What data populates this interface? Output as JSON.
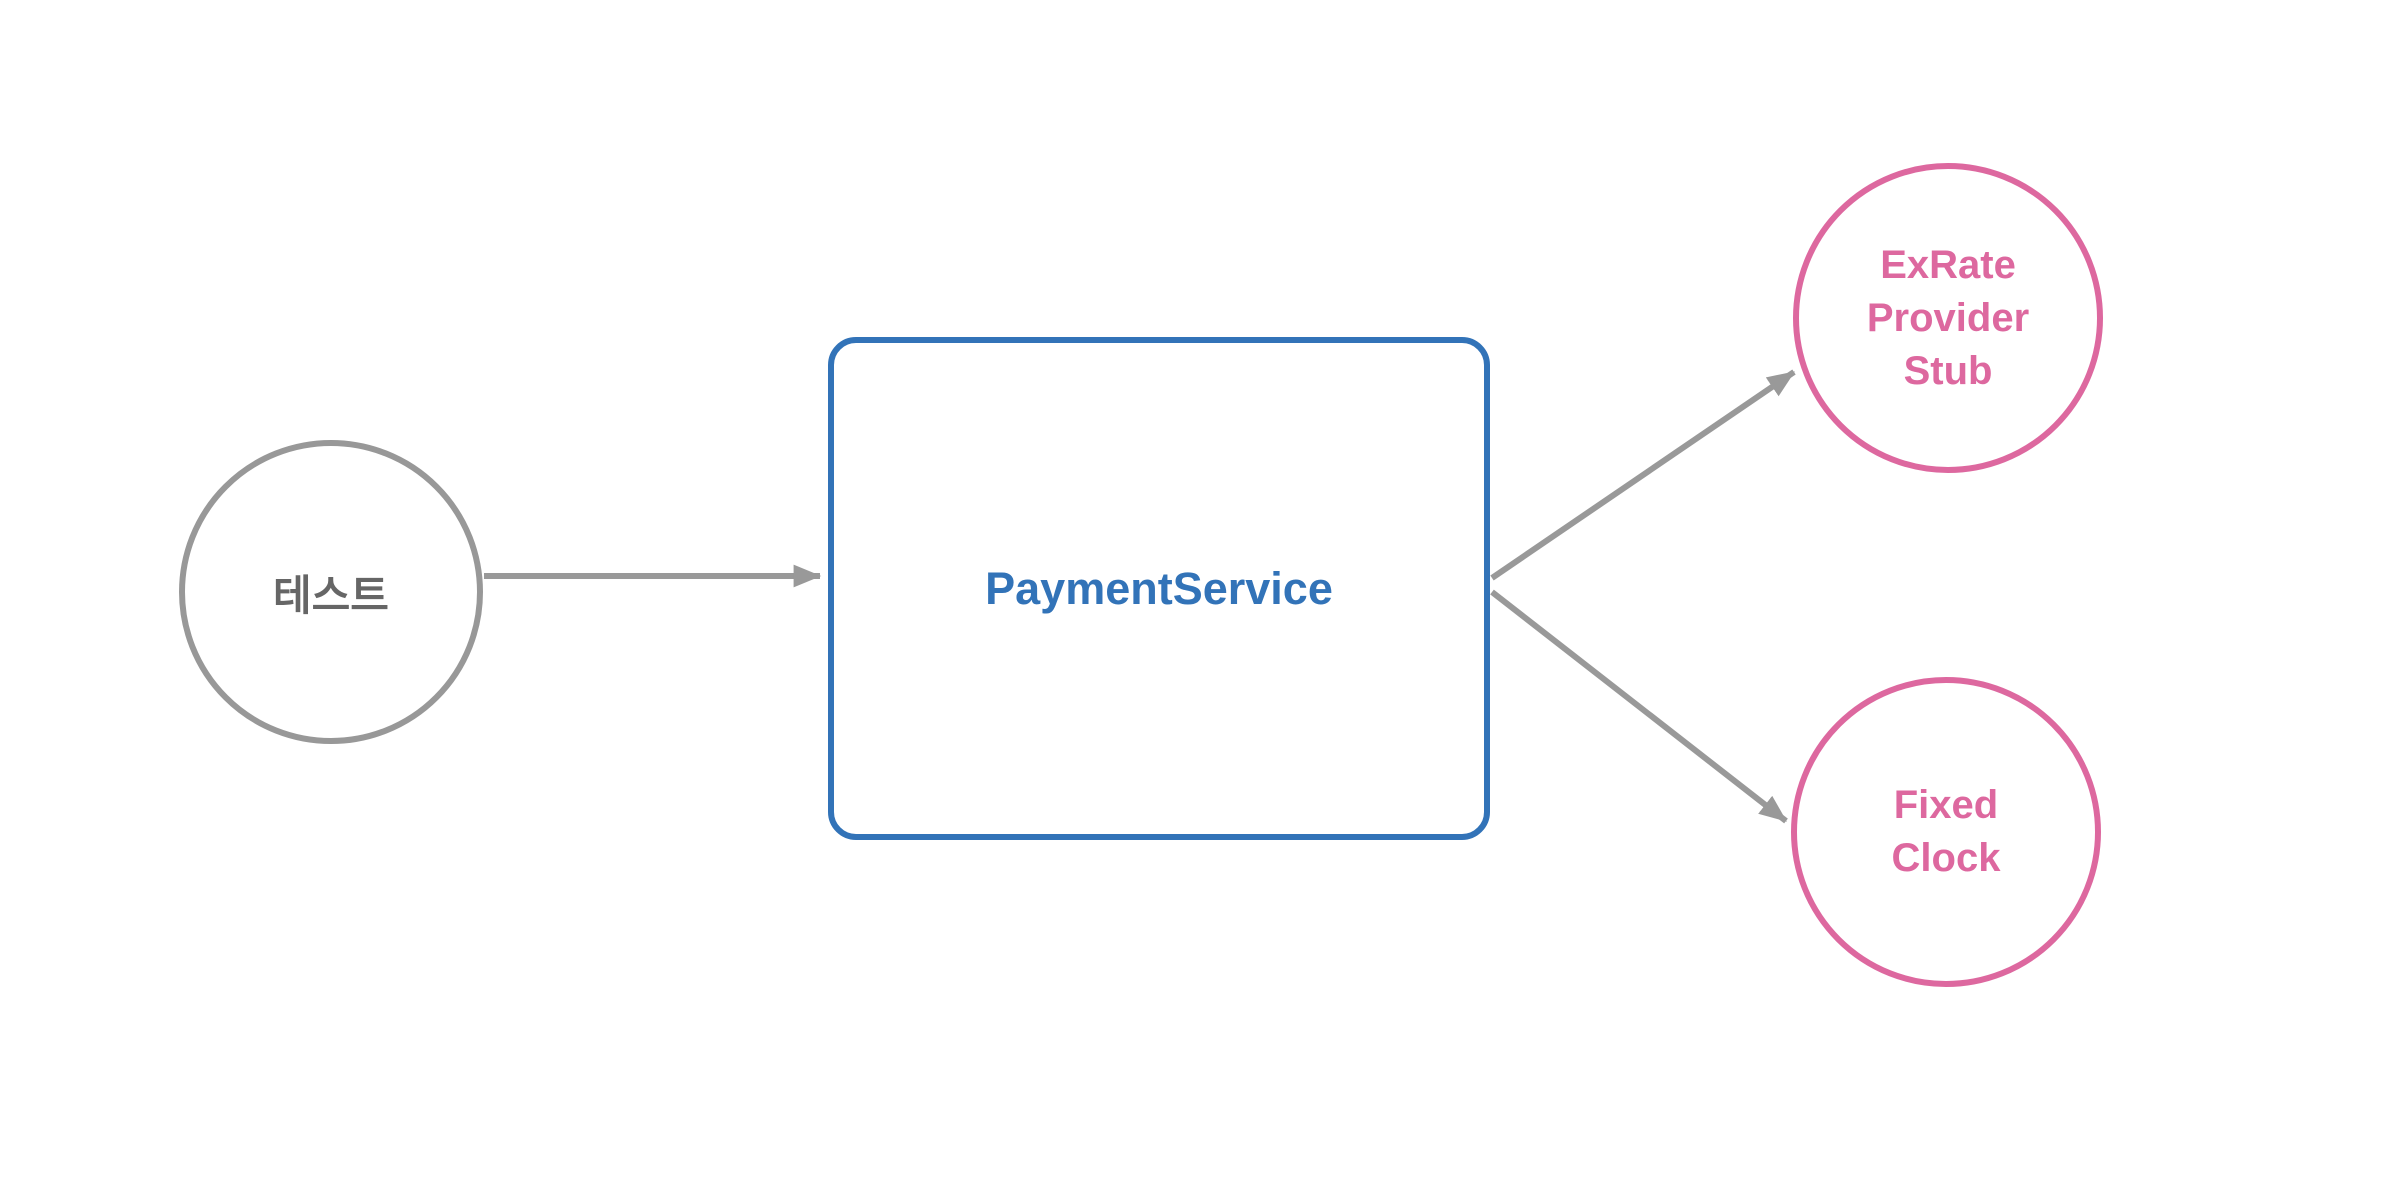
{
  "diagram": {
    "background_color": "#ffffff",
    "nodes": {
      "test": {
        "label": "테스트",
        "shape": "circle",
        "border_color": "#989898",
        "text_color": "#666666"
      },
      "payment_service": {
        "label": "PaymentService",
        "shape": "rounded-rectangle",
        "border_color": "#3273b8",
        "text_color": "#3273b8"
      },
      "exrate_provider_stub": {
        "label": "ExRate Provider Stub",
        "lines": [
          "ExRate",
          "Provider",
          "Stub"
        ],
        "shape": "circle",
        "border_color": "#dd689f",
        "text_color": "#dd689f"
      },
      "fixed_clock": {
        "label": "Fixed Clock",
        "lines": [
          "Fixed",
          "Clock"
        ],
        "shape": "circle",
        "border_color": "#dd689f",
        "text_color": "#dd689f"
      }
    },
    "edges": [
      {
        "from": "test",
        "to": "payment_service",
        "color": "#999999",
        "style": "arrow"
      },
      {
        "from": "payment_service",
        "to": "exrate_provider_stub",
        "color": "#999999",
        "style": "arrow"
      },
      {
        "from": "payment_service",
        "to": "fixed_clock",
        "color": "#999999",
        "style": "arrow"
      }
    ]
  }
}
